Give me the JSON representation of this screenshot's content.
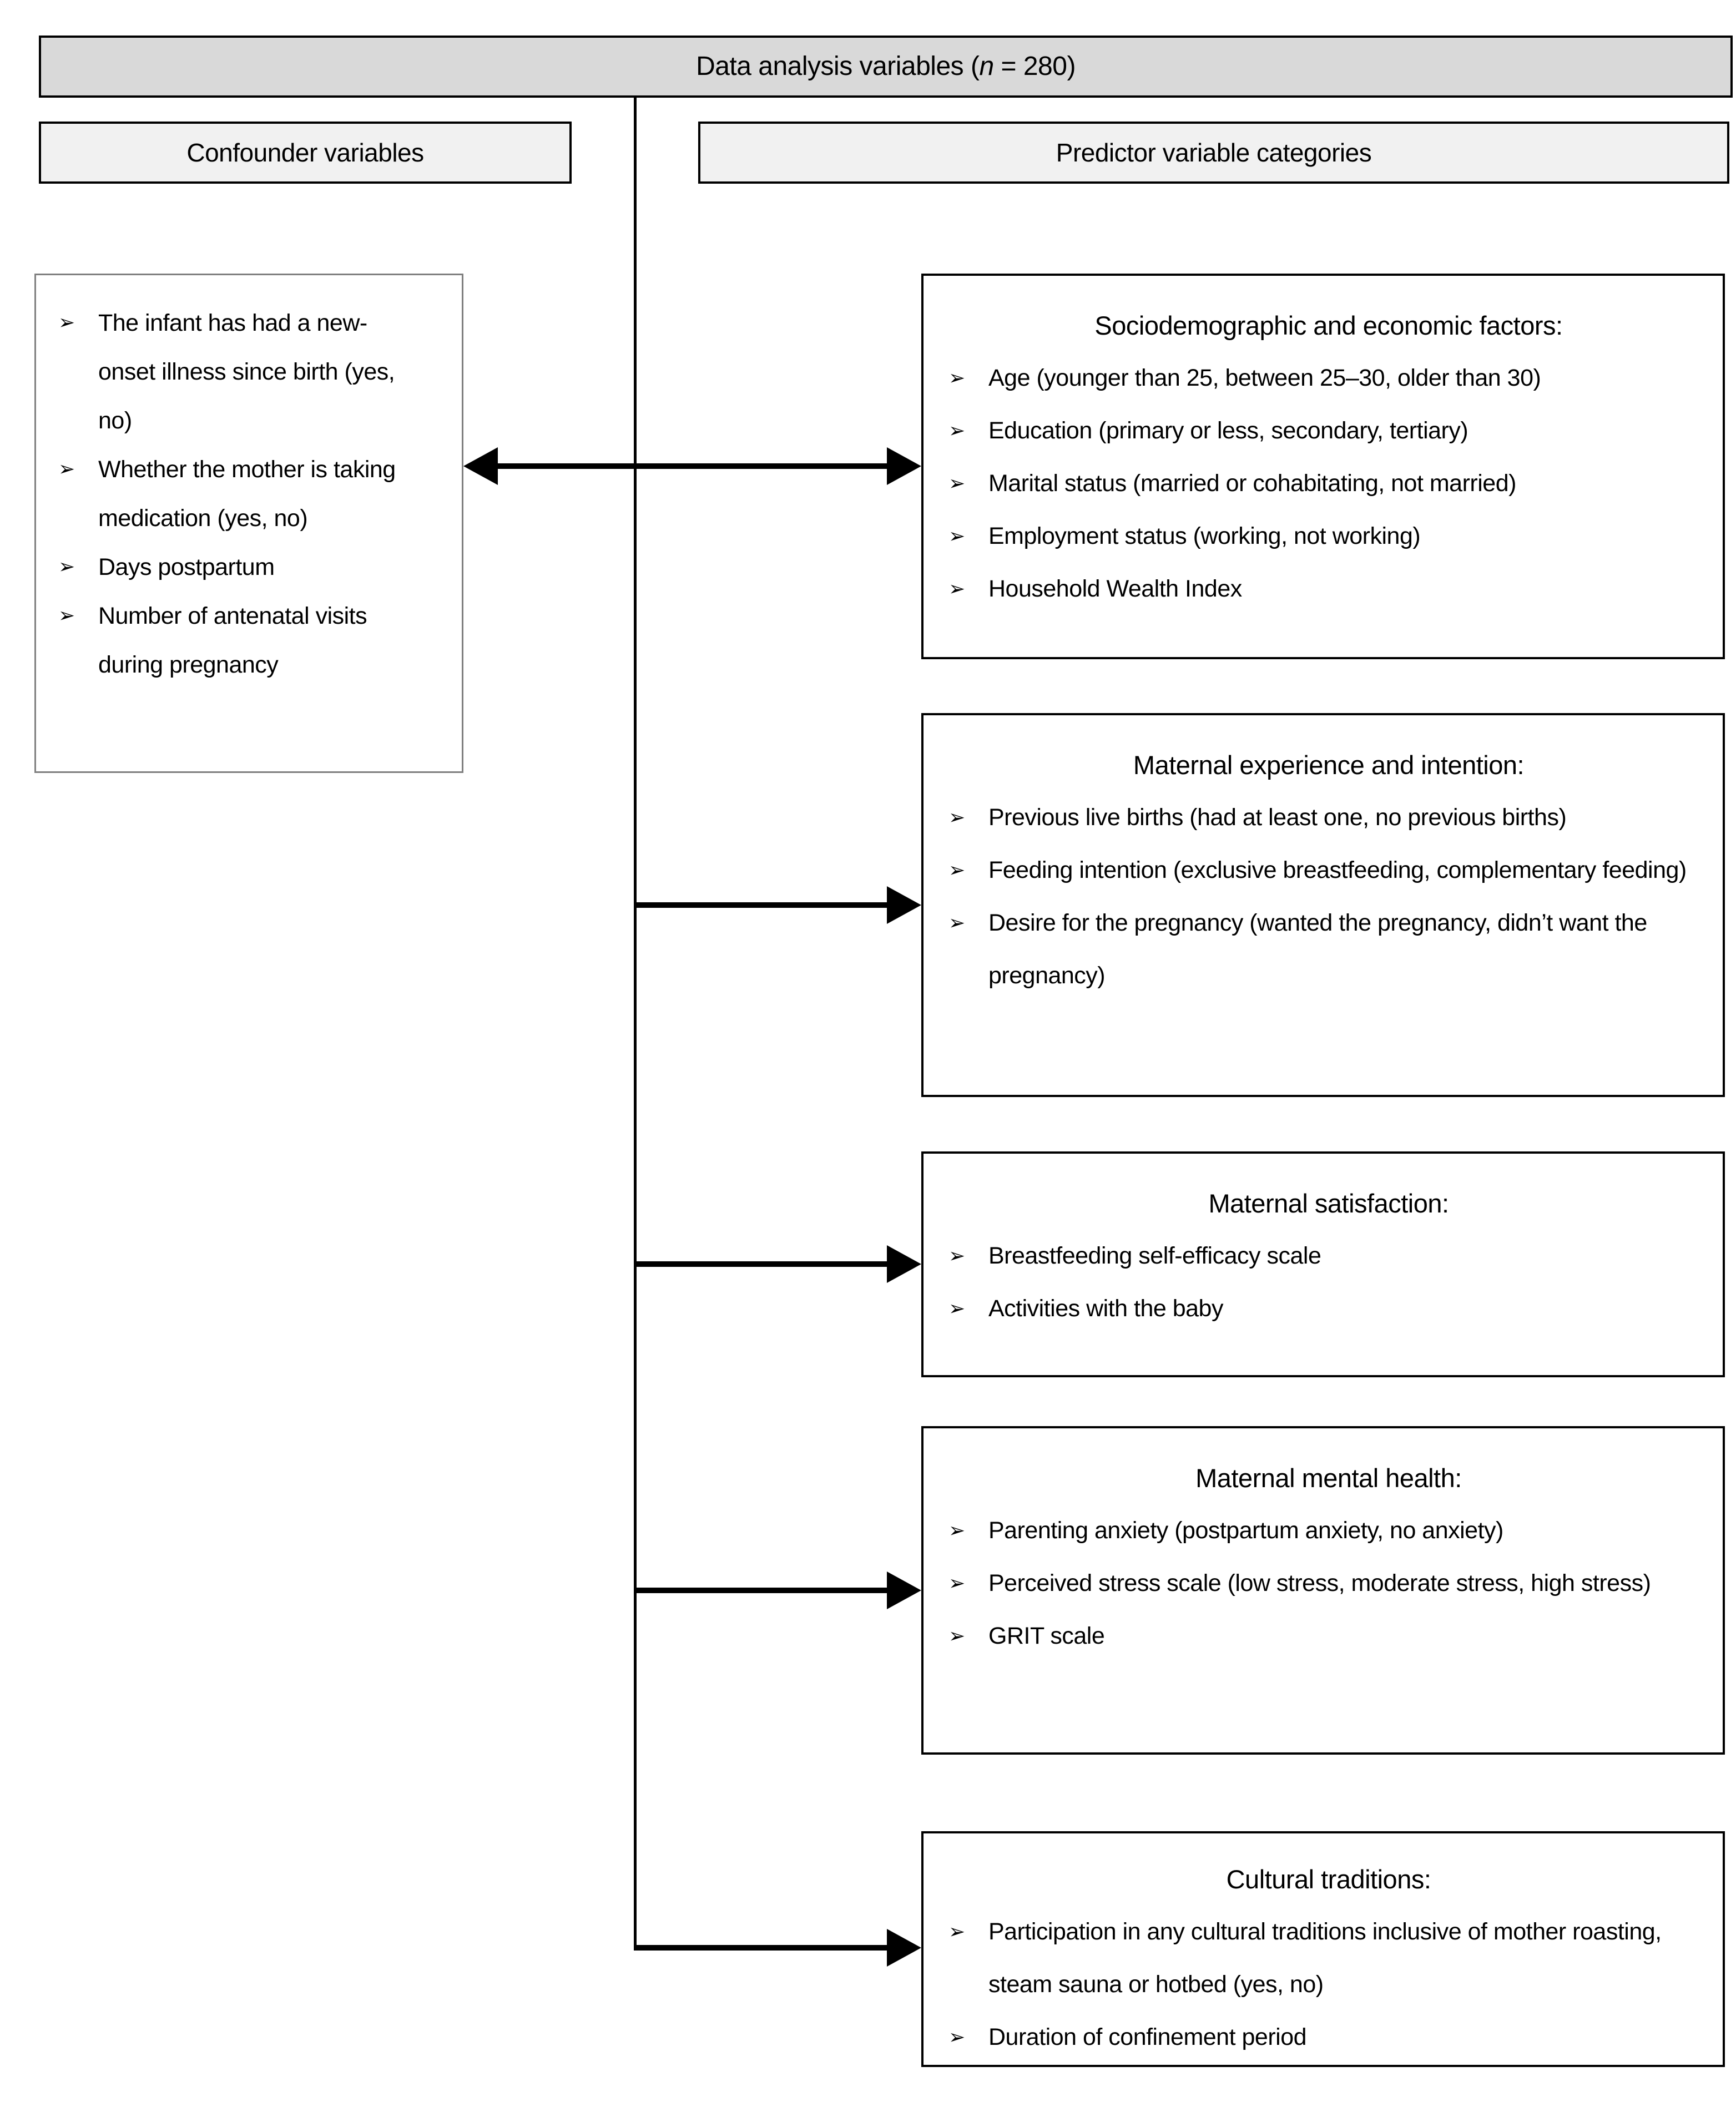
{
  "title": {
    "prefix": "Data analysis variables (",
    "n": "n",
    "suffix": " = 280)"
  },
  "headers": {
    "confounder": "Confounder variables",
    "predictor": "Predictor variable categories"
  },
  "bullet_glyph": "➢",
  "confounder_box": {
    "items": [
      "The infant has had a new-onset illness since birth (yes, no)",
      "Whether the mother is taking medication (yes, no)",
      "Days postpartum",
      "Number of antenatal visits during pregnancy"
    ]
  },
  "predictor_boxes": [
    {
      "title": "Sociodemographic and economic factors:",
      "items": [
        "Age (younger than 25, between 25–30, older than 30)",
        "Education (primary or less, secondary, tertiary)",
        "Marital status (married or cohabitating, not married)",
        "Employment status (working, not working)",
        "Household Wealth Index"
      ]
    },
    {
      "title": "Maternal experience and intention:",
      "items": [
        "Previous live births (had at least one, no previous births)",
        "Feeding intention (exclusive breastfeeding, complementary feeding)",
        "Desire for the pregnancy (wanted the pregnancy, didn’t want the pregnancy)"
      ]
    },
    {
      "title": "Maternal satisfaction:",
      "items": [
        "Breastfeeding self-efficacy scale",
        "Activities with the baby"
      ]
    },
    {
      "title": "Maternal mental health:",
      "items": [
        "Parenting anxiety (postpartum anxiety, no anxiety)",
        "Perceived stress scale (low stress, moderate stress, high stress)",
        "GRIT scale"
      ]
    },
    {
      "title": "Cultural traditions:",
      "items": [
        "Participation in any cultural traditions inclusive of mother roasting, steam sauna or hotbed (yes, no)",
        "Duration of confinement period"
      ]
    }
  ],
  "colors": {
    "title_fill": "#d9d9d9",
    "header_fill": "#f1f1f1",
    "box_border": "#000000",
    "confounder_border": "#808080",
    "connector": "#000000"
  }
}
